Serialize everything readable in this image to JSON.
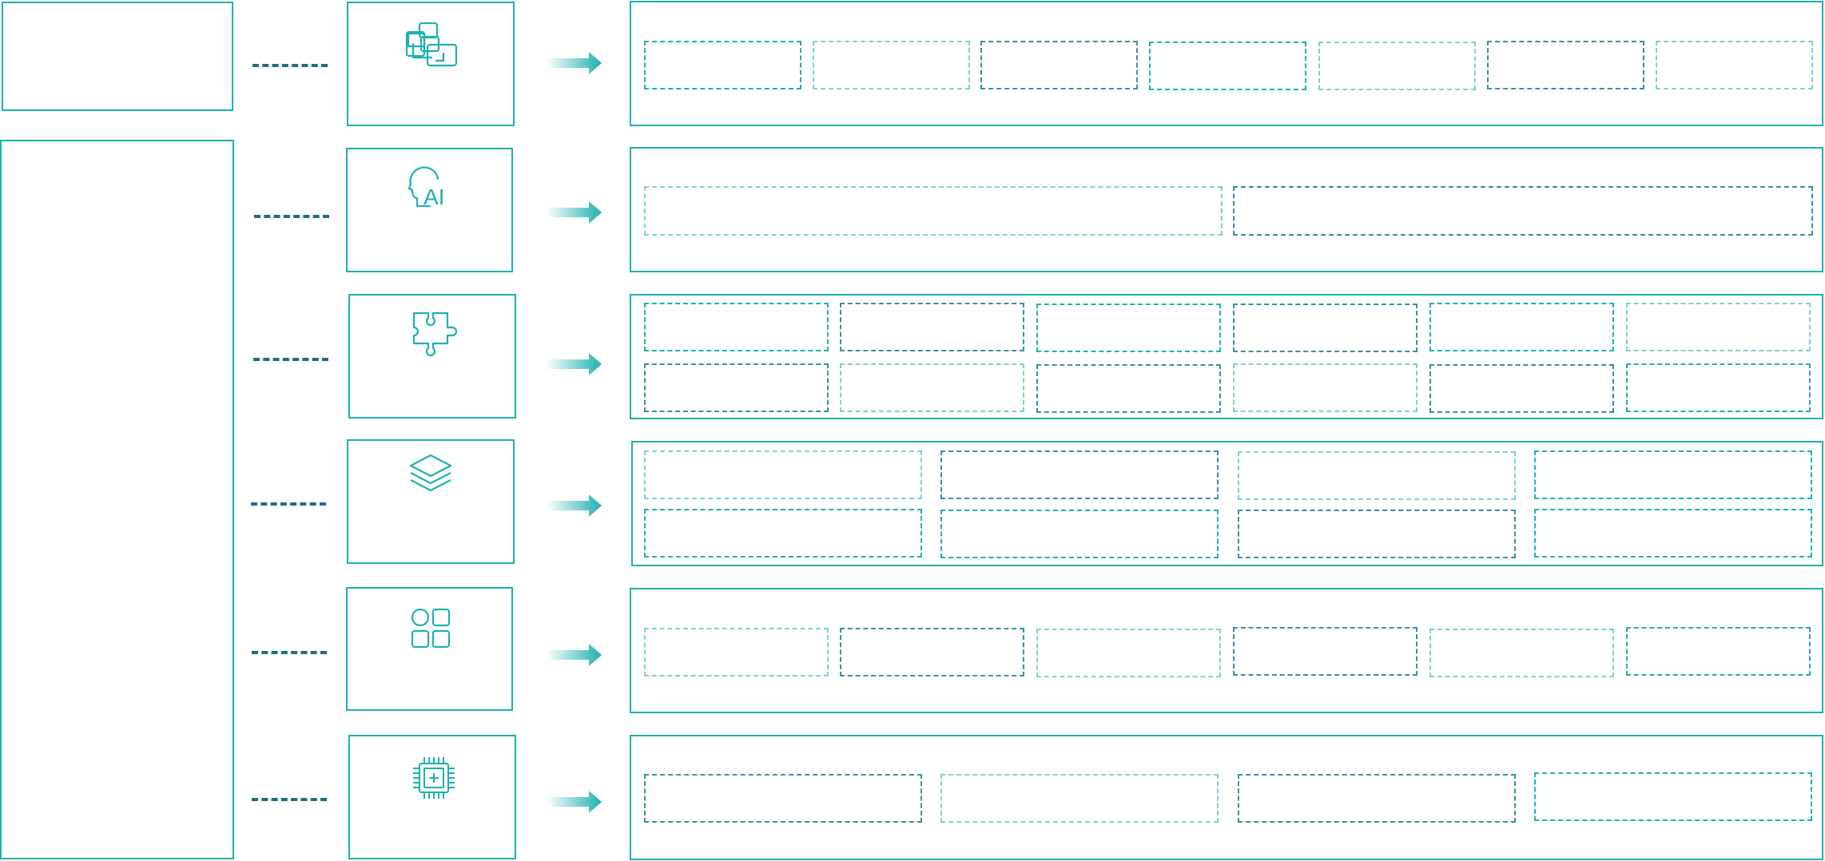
{
  "diagram": {
    "accent_color": "#1fb0b0",
    "dash_color": "#1f6e7e",
    "rows": [
      {
        "icon": "copy-layers-icon",
        "slot_rows": 1,
        "slots_per_row": 7
      },
      {
        "icon": "ai-head-icon",
        "icon_text": "AI",
        "slot_rows": 1,
        "slots_per_row": 2
      },
      {
        "icon": "puzzle-icon",
        "slot_rows": 2,
        "slots_per_row": 6
      },
      {
        "icon": "stack-layers-icon",
        "slot_rows": 2,
        "slots_per_row": 4
      },
      {
        "icon": "apps-grid-icon",
        "slot_rows": 1,
        "slots_per_row": 6
      },
      {
        "icon": "chip-icon",
        "slot_rows": 1,
        "slots_per_row": 4
      }
    ]
  }
}
